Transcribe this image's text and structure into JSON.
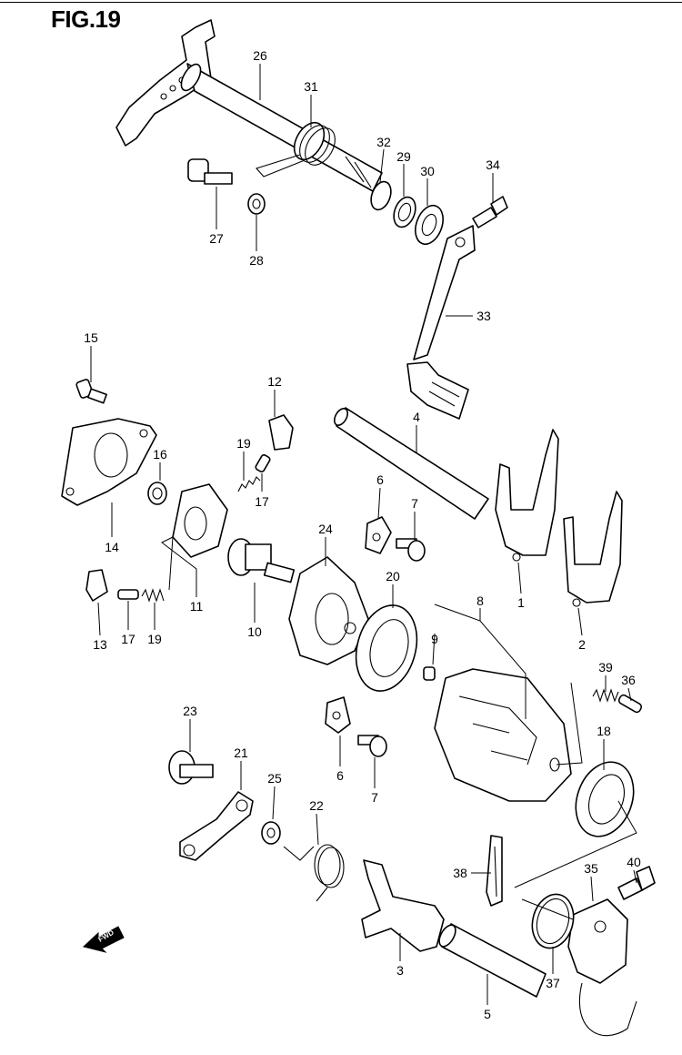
{
  "figure": {
    "title": "FIG.19",
    "fwd_label": "FWD"
  },
  "callouts": [
    {
      "id": "c26",
      "label": "26"
    },
    {
      "id": "c31",
      "label": "31"
    },
    {
      "id": "c32",
      "label": "32"
    },
    {
      "id": "c29",
      "label": "29"
    },
    {
      "id": "c30",
      "label": "30"
    },
    {
      "id": "c34",
      "label": "34"
    },
    {
      "id": "c27",
      "label": "27"
    },
    {
      "id": "c28",
      "label": "28"
    },
    {
      "id": "c33",
      "label": "33"
    },
    {
      "id": "c15",
      "label": "15"
    },
    {
      "id": "c12",
      "label": "12"
    },
    {
      "id": "c4",
      "label": "4"
    },
    {
      "id": "c16",
      "label": "16"
    },
    {
      "id": "c19a",
      "label": "19"
    },
    {
      "id": "c17a",
      "label": "17"
    },
    {
      "id": "c6a",
      "label": "6"
    },
    {
      "id": "c7a",
      "label": "7"
    },
    {
      "id": "c14",
      "label": "14"
    },
    {
      "id": "c24",
      "label": "24"
    },
    {
      "id": "c1",
      "label": "1"
    },
    {
      "id": "c2",
      "label": "2"
    },
    {
      "id": "c20",
      "label": "20"
    },
    {
      "id": "c8",
      "label": "8"
    },
    {
      "id": "c13",
      "label": "13"
    },
    {
      "id": "c17b",
      "label": "17"
    },
    {
      "id": "c19b",
      "label": "19"
    },
    {
      "id": "c11",
      "label": "11"
    },
    {
      "id": "c10",
      "label": "10"
    },
    {
      "id": "c9",
      "label": "9"
    },
    {
      "id": "c39",
      "label": "39"
    },
    {
      "id": "c36",
      "label": "36"
    },
    {
      "id": "c23",
      "label": "23"
    },
    {
      "id": "c18",
      "label": "18"
    },
    {
      "id": "c21",
      "label": "21"
    },
    {
      "id": "c25",
      "label": "25"
    },
    {
      "id": "c6b",
      "label": "6"
    },
    {
      "id": "c7b",
      "label": "7"
    },
    {
      "id": "c22",
      "label": "22"
    },
    {
      "id": "c38",
      "label": "38"
    },
    {
      "id": "c40",
      "label": "40"
    },
    {
      "id": "c35",
      "label": "35"
    },
    {
      "id": "c3",
      "label": "3"
    },
    {
      "id": "c37",
      "label": "37"
    },
    {
      "id": "c5",
      "label": "5"
    }
  ]
}
